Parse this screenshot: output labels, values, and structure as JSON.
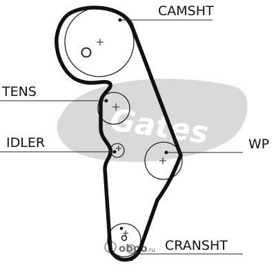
{
  "labels": {
    "camsht": "CAMSHT",
    "tens": "TENS",
    "idler": "IDLER",
    "wp": "WP",
    "cransht": "CRANSHT"
  },
  "watermark": {
    "brand": "Gates",
    "site": "oboo",
    "site_suffix": ".ru"
  },
  "colors": {
    "belt": "#111111",
    "line": "#222222",
    "watermark": "#d9d9d9"
  }
}
